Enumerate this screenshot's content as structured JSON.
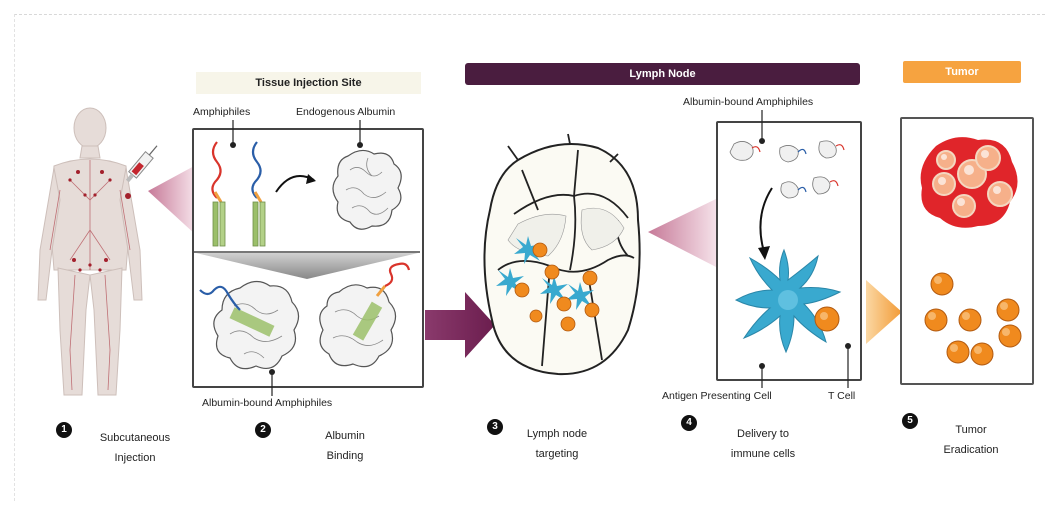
{
  "headers": {
    "tissue": "Tissue Injection Site",
    "lymph": "Lymph Node",
    "tumor": "Tumor"
  },
  "labels": {
    "amphiphiles": "Amphiphiles",
    "endogenous_albumin": "Endogenous Albumin",
    "albumin_bound_bottom": "Albumin-bound Amphiphiles",
    "albumin_bound_top": "Albumin-bound Amphiphiles",
    "apc": "Antigen Presenting Cell",
    "tcell": "T Cell"
  },
  "steps": [
    {
      "num": "1",
      "line1": "Subcutaneous",
      "line2": "Injection"
    },
    {
      "num": "2",
      "line1": "Albumin",
      "line2": "Binding"
    },
    {
      "num": "3",
      "line1": "Lymph node",
      "line2": "targeting"
    },
    {
      "num": "4",
      "line1": "Delivery to",
      "line2": "immune cells"
    },
    {
      "num": "5",
      "line1": "Tumor",
      "line2": "Eradication"
    }
  ],
  "colors": {
    "lymph_header": "#4a1d3f",
    "tumor_header": "#f6a340",
    "arrow": "#7a2a5a",
    "apc": "#39a9cf",
    "tcell": "#f08a1e",
    "tumor_red": "#e0252a",
    "amphiphile_red": "#d9342b",
    "amphiphile_blue": "#2a5ea8",
    "lipid_green": "#9bbf6a"
  }
}
